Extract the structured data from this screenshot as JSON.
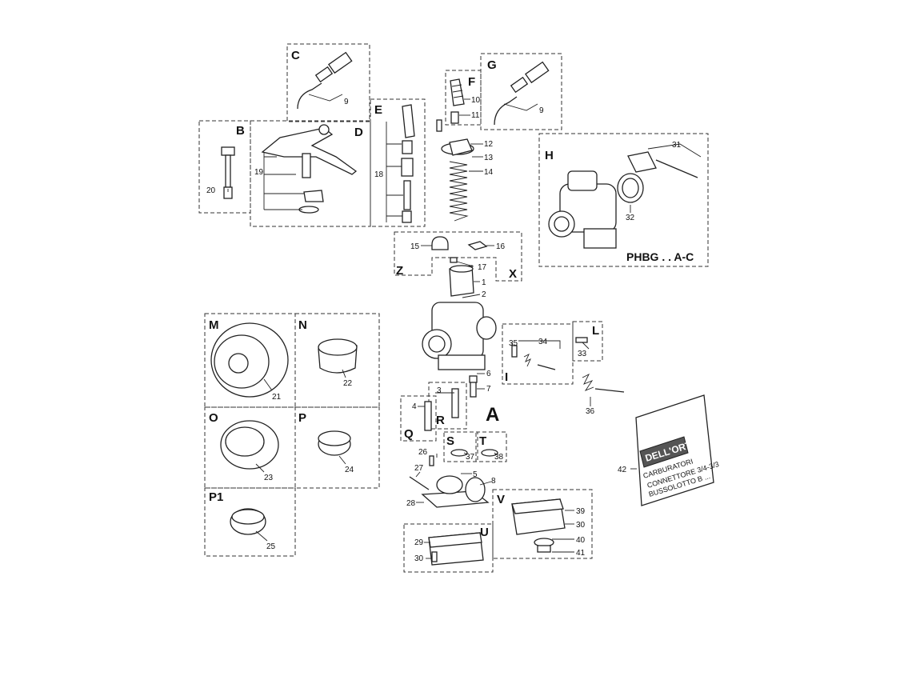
{
  "sections": {
    "A": "A",
    "B": "B",
    "C": "C",
    "D": "D",
    "E": "E",
    "F": "F",
    "G": "G",
    "H": "H",
    "I": "I",
    "L": "L",
    "M": "M",
    "N": "N",
    "O": "O",
    "P": "P",
    "P1": "P1",
    "Q": "Q",
    "R": "R",
    "S": "S",
    "T": "T",
    "U": "U",
    "V": "V",
    "X": "X",
    "Z": "Z"
  },
  "model_label": "PHBG . . A-C",
  "parts": {
    "p1": "1",
    "p2": "2",
    "p3": "3",
    "p4": "4",
    "p5": "5",
    "p6": "6",
    "p7": "7",
    "p8": "8",
    "p9c": "9",
    "p9g": "9",
    "p10": "10",
    "p11": "11",
    "p12": "12",
    "p13": "13",
    "p14": "14",
    "p15": "15",
    "p16": "16",
    "p17": "17",
    "p18": "18",
    "p19": "19",
    "p20": "20",
    "p21": "21",
    "p22": "22",
    "p23": "23",
    "p24": "24",
    "p25": "25",
    "p26": "26",
    "p27": "27",
    "p28": "28",
    "p29": "29",
    "p30u": "30",
    "p30v": "30",
    "p31": "31",
    "p32": "32",
    "p33": "33",
    "p34": "34",
    "p35": "35",
    "p36": "36",
    "p37": "37",
    "p38": "38",
    "p39": "39",
    "p40": "40",
    "p41": "41",
    "p42": "42"
  },
  "bag": {
    "brand": "DELL'ORTO",
    "title": "CARBURATORI",
    "line1": "CONNETTORE  3/4-3/3",
    "line2": "BUSSOLOTTO   B  ..."
  }
}
